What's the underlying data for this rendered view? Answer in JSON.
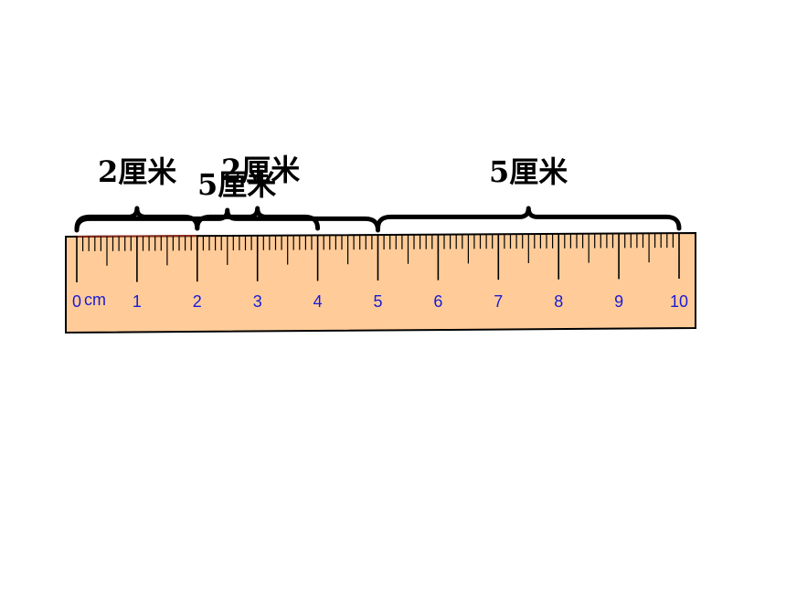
{
  "ruler": {
    "unit": "cm",
    "min": 0,
    "max": 10,
    "numbers": [
      "0",
      "1",
      "2",
      "3",
      "4",
      "5",
      "6",
      "7",
      "8",
      "9",
      "10"
    ],
    "fill_color": "#FFCC99",
    "stroke_color": "#000000",
    "number_color": "#1A1AD6"
  },
  "segments": [
    {
      "label": "2厘米",
      "from_cm": 0,
      "to_cm": 2
    },
    {
      "label": "2厘米",
      "from_cm": 2,
      "to_cm": 4
    },
    {
      "label": "5厘米",
      "from_cm": 0,
      "to_cm": 5
    },
    {
      "label": "5厘米",
      "from_cm": 5,
      "to_cm": 10
    }
  ]
}
